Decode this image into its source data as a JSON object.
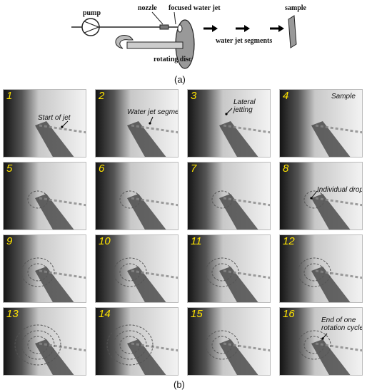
{
  "figure_a": {
    "labels": {
      "pump": "pump",
      "nozzle": "nozzle",
      "focused_jet": "focused water jet",
      "water_jet_segments": "water jet segments",
      "sample": "sample",
      "rotating_disc": "rotating disc"
    },
    "caption": "(a)"
  },
  "figure_b": {
    "caption": "(b)",
    "frames": [
      {
        "number": "1",
        "annotation": "Start of jet",
        "rings": 0
      },
      {
        "number": "2",
        "annotation": "Water jet segment",
        "rings": 0
      },
      {
        "number": "3",
        "annotation": "Lateral\njetting",
        "rings": 0
      },
      {
        "number": "4",
        "annotation": "Sample",
        "rings": 0
      },
      {
        "number": "5",
        "annotation": "",
        "rings": 1
      },
      {
        "number": "6",
        "annotation": "",
        "rings": 1
      },
      {
        "number": "7",
        "annotation": "",
        "rings": 1
      },
      {
        "number": "8",
        "annotation": "Individual drop",
        "rings": 1
      },
      {
        "number": "9",
        "annotation": "",
        "rings": 2
      },
      {
        "number": "10",
        "annotation": "",
        "rings": 2
      },
      {
        "number": "11",
        "annotation": "",
        "rings": 2
      },
      {
        "number": "12",
        "annotation": "",
        "rings": 2
      },
      {
        "number": "13",
        "annotation": "",
        "rings": 3
      },
      {
        "number": "14",
        "annotation": "",
        "rings": 3
      },
      {
        "number": "15",
        "annotation": "",
        "rings": 2
      },
      {
        "number": "16",
        "annotation": "End of one\nrotation cycle",
        "rings": 2
      }
    ]
  },
  "colors": {
    "frame_number": "#ffe400",
    "dark_edge": "#1a1a1a",
    "background_light": "#f2f2f2"
  }
}
